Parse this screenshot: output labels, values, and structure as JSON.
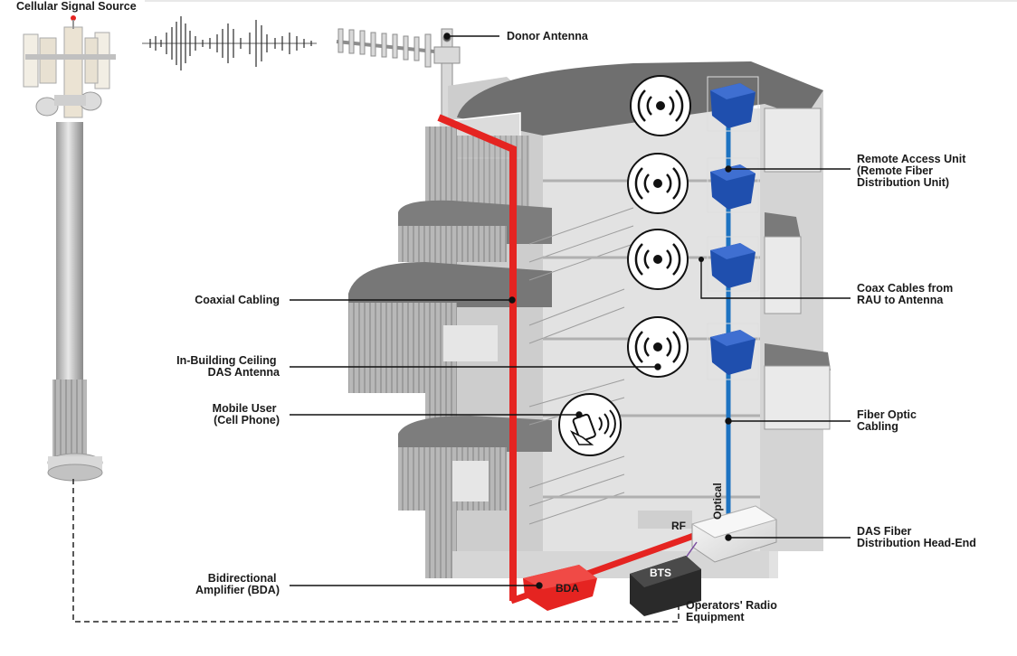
{
  "labels": {
    "cellular_source": "Cellular Signal Source",
    "donor_antenna": "Donor Antenna",
    "remote_access_unit": [
      "Remote Access Unit",
      "(Remote Fiber",
      "Distribution Unit)"
    ],
    "coaxial_cabling": "Coaxial Cabling",
    "coax_rau": [
      "Coax Cables from",
      "RAU to Antenna"
    ],
    "ceiling_antenna": [
      "In-Building Ceiling",
      "DAS Antenna"
    ],
    "mobile_user": [
      "Mobile User",
      "(Cell Phone)"
    ],
    "fiber_optic": [
      "Fiber Optic",
      "Cabling"
    ],
    "das_headend": [
      "DAS Fiber",
      "Distribution Head-End"
    ],
    "bda": [
      "Bidirectional",
      "Amplifier (BDA)"
    ],
    "operators": [
      "Operators' Radio",
      "Equipment"
    ],
    "optical_tag": "Optical",
    "rf_tag": "RF",
    "bts_tag": "BTS",
    "bda_tag": "BDA"
  },
  "colors": {
    "coax_red": "#e52421",
    "fiber_blue": "#1d73c1",
    "rau_blue": "#1f4fae",
    "building_gray": "#8f8f8f",
    "roof_gray": "#6f6f6f"
  },
  "icons": [
    "cell-tower-icon",
    "signal-wave-icon",
    "yagi-antenna-icon",
    "ceiling-antenna-icon",
    "cell-phone-icon"
  ]
}
